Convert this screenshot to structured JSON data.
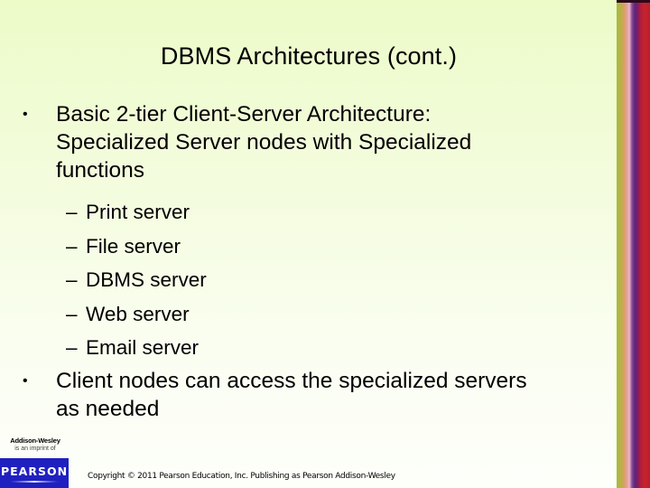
{
  "slide": {
    "title": "DBMS Architectures (cont.)",
    "bullets": [
      {
        "symbol": "•",
        "text": "Basic 2-tier Client-Server Architecture:\nSpecialized Server nodes with Specialized\nfunctions"
      },
      {
        "symbol": "•",
        "text": "Client nodes can access the specialized servers\nas needed"
      }
    ],
    "subitems": [
      {
        "dash": "–",
        "text": "Print server"
      },
      {
        "dash": "–",
        "text": "File server"
      },
      {
        "dash": "–",
        "text": "DBMS server"
      },
      {
        "dash": "–",
        "text": "Web server"
      },
      {
        "dash": "–",
        "text": "Email server"
      }
    ]
  },
  "footer": {
    "publisher_line1": "Addison-Wesley",
    "publisher_line2": "is an imprint of",
    "logo_text": "PEARSON",
    "copyright": "Copyright © 2011 Pearson Education, Inc. Publishing as Pearson Addison-Wesley"
  },
  "colors": {
    "background_top": "#ecfbc8",
    "background_bottom": "#fdfffa",
    "logo_blue": "#2020c0",
    "text": "#000000"
  }
}
